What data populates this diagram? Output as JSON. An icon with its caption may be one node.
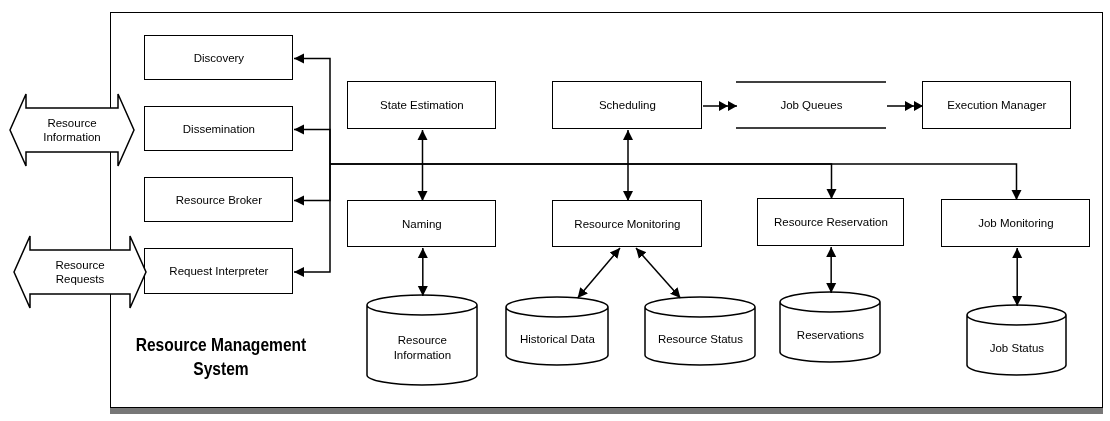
{
  "diagram": {
    "nodes": [
      {
        "text": [
          "Resource Management System"
        ]
      },
      {
        "text": [
          "Resource Information"
        ]
      },
      {
        "text": [
          "Resource Requests"
        ]
      },
      {
        "text": [
          "Discovery"
        ],
        "in": 0
      },
      {
        "text": [
          "Dissemination"
        ],
        "in": 0
      },
      {
        "text": [
          "Resource Broker"
        ],
        "in": 0
      },
      {
        "text": [
          "Request Interpreter"
        ],
        "in": 0
      },
      {
        "text": [
          "State Estimation"
        ],
        "in": 0
      },
      {
        "text": [
          "Scheduling"
        ],
        "in": 0
      },
      {
        "text": [
          "Job Queues"
        ],
        "in": 0
      },
      {
        "text": [
          "Execution Manager"
        ],
        "in": 0
      },
      {
        "text": [
          "Naming"
        ],
        "in": 0
      },
      {
        "text": [
          "Resource Monitoring"
        ],
        "in": 0
      },
      {
        "text": [
          "Resource Reservation"
        ],
        "in": 0
      },
      {
        "text": [
          "Job Monitoring"
        ],
        "in": 0
      },
      {
        "text": [
          "Resource Information"
        ],
        "in": 0
      },
      {
        "text": [
          "Historical Data"
        ],
        "in": 0
      },
      {
        "text": [
          "Resource Status"
        ],
        "in": 0
      },
      {
        "text": [
          "Reservations"
        ],
        "in": 0
      },
      {
        "text": [
          "Job Status"
        ],
        "in": 0
      }
    ],
    "edges": [
      {
        "from": null,
        "to": 3,
        "arrow": "to"
      },
      {
        "from": null,
        "to": 4,
        "arrow": "to"
      },
      {
        "from": null,
        "to": 5,
        "arrow": "to"
      },
      {
        "from": null,
        "to": 6,
        "arrow": "to"
      },
      {
        "from": null,
        "to": 13,
        "arrow": "to"
      },
      {
        "from": null,
        "to": 14,
        "arrow": "to"
      },
      {
        "from": 7,
        "to": 11,
        "arrow": "both"
      },
      {
        "from": 8,
        "to": 12,
        "arrow": "both"
      },
      {
        "from": 8,
        "to": 9,
        "arrow": "to"
      },
      {
        "from": 9,
        "to": 10,
        "arrow": "to"
      },
      {
        "from": 11,
        "to": 15,
        "arrow": "both"
      },
      {
        "from": 12,
        "to": 16,
        "arrow": "both"
      },
      {
        "from": 12,
        "to": 17,
        "arrow": "both"
      },
      {
        "from": 13,
        "to": 18,
        "arrow": "both"
      },
      {
        "from": 14,
        "to": 19,
        "arrow": "both"
      }
    ]
  }
}
